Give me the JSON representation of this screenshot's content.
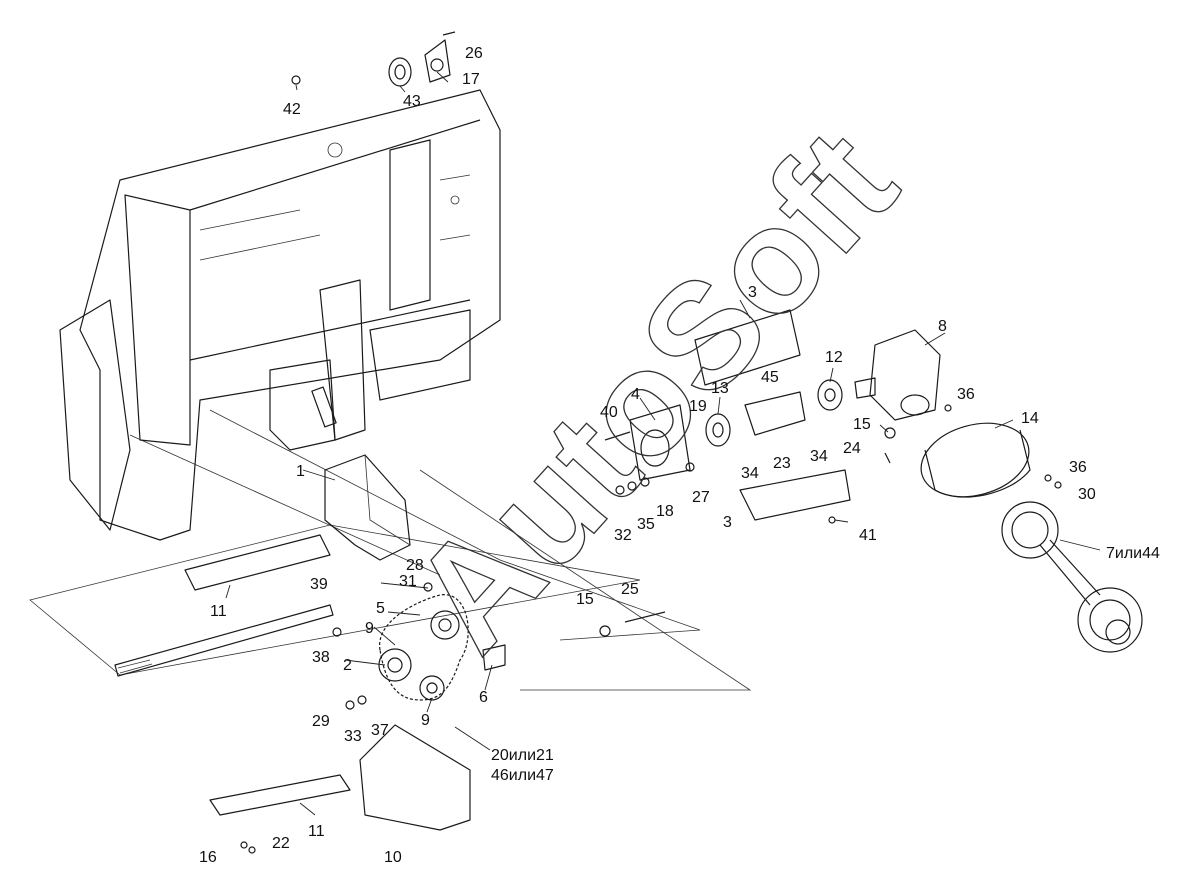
{
  "colors": {
    "line": "#1a1a1a",
    "background": "#ffffff"
  },
  "watermark": "AutoSoft",
  "callouts": [
    "1",
    "2",
    "3",
    "3",
    "4",
    "5",
    "6",
    "7или44",
    "8",
    "9",
    "9",
    "10",
    "11",
    "11",
    "12",
    "13",
    "14",
    "15",
    "15",
    "16",
    "17",
    "18",
    "19",
    "20или21",
    "46или47",
    "22",
    "23",
    "24",
    "25",
    "26",
    "27",
    "28",
    "29",
    "30",
    "31",
    "32",
    "33",
    "34",
    "34",
    "35",
    "36",
    "36",
    "37",
    "38",
    "39",
    "40",
    "41",
    "42",
    "43",
    "45"
  ]
}
